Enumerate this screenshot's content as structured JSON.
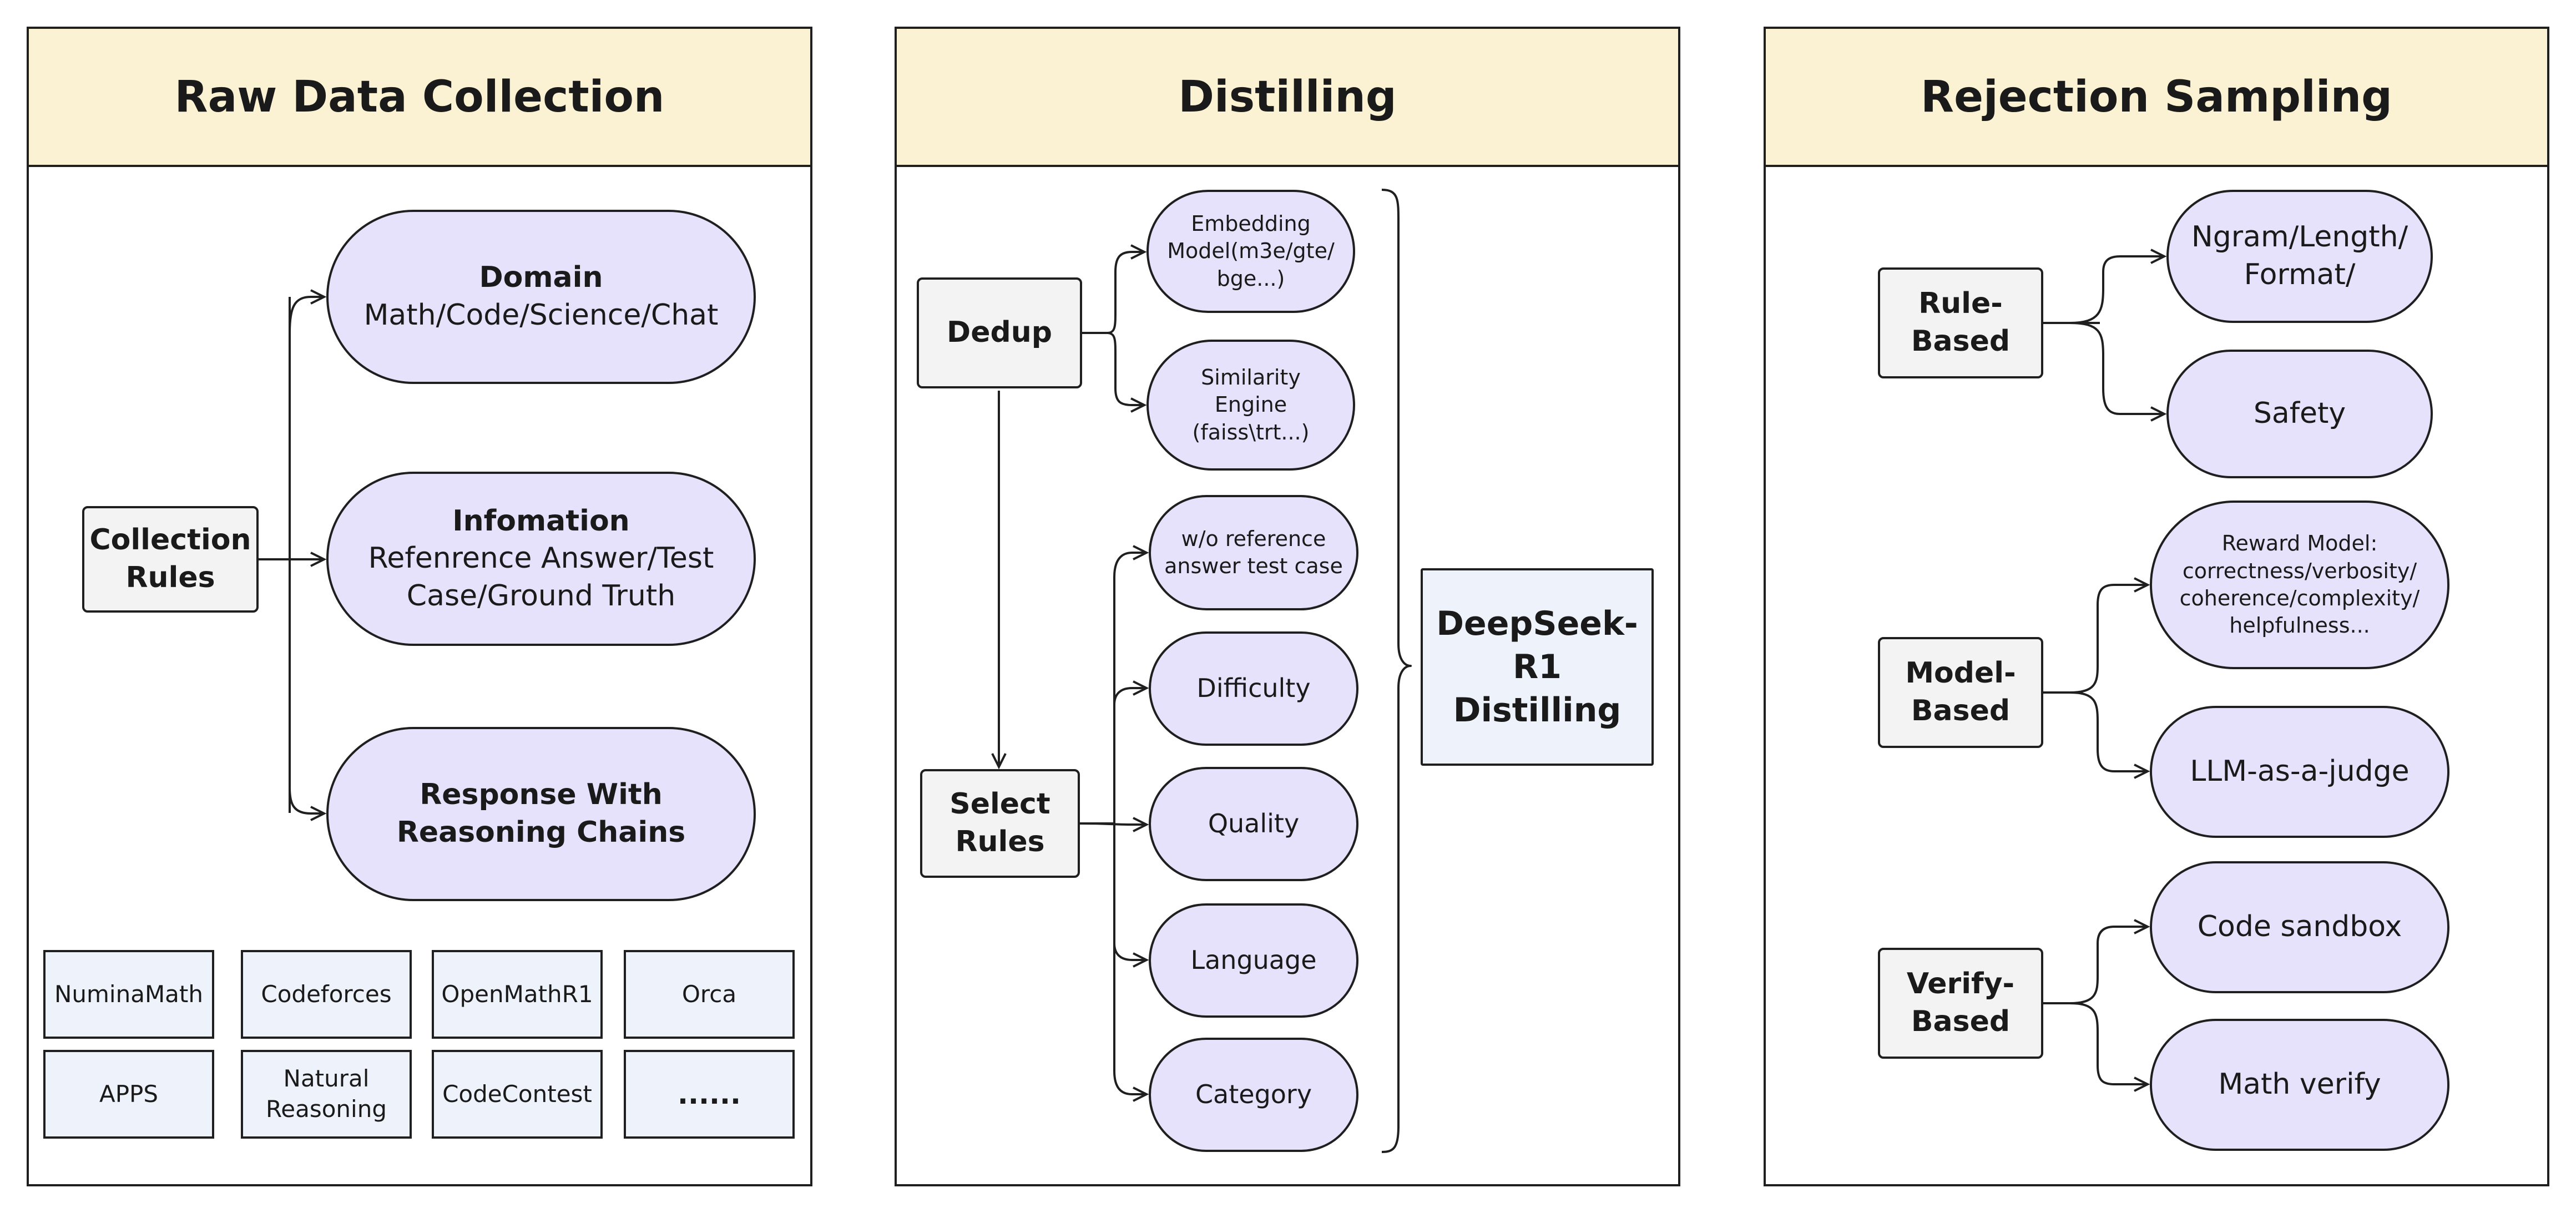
{
  "panels": {
    "raw": {
      "title": "Raw Data Collection",
      "collection_rules": "Collection Rules",
      "domain_title": "Domain",
      "domain_text": "Math/Code/Science/Chat",
      "info_title": "Infomation",
      "info_text": "Refenrence Answer/Test Case/Ground Truth",
      "response_title": "Response With Reasoning Chains",
      "sources": [
        "NuminaMath",
        "Codeforces",
        "OpenMathR1",
        "Orca",
        "APPS",
        "Natural Reasoning",
        "CodeContest",
        "......"
      ]
    },
    "distill": {
      "title": "Distilling",
      "dedup": "Dedup",
      "embedding": "Embedding Model(m3e/gte/ bge...)",
      "similarity": "Similarity Engine (faiss\\trt...)",
      "select_rules": "Select Rules",
      "wo_ref": "w/o reference answer test case",
      "difficulty": "Difficulty",
      "quality": "Quality",
      "language": "Language",
      "category": "Category",
      "deepseek": "DeepSeek-R1 Distilling"
    },
    "reject": {
      "title": "Rejection Sampling",
      "rule_based": "Rule-Based",
      "ngram": "Ngram/Length/ Format/",
      "safety": "Safety",
      "model_based": "Model-Based",
      "reward": "Reward Model: correctness/verbosity/ coherence/complexity/ helpfulness...",
      "llm_judge": "LLM-as-a-judge",
      "verify_based": "Verify-Based",
      "code_sandbox": "Code sandbox",
      "math_verify": "Math verify"
    }
  }
}
